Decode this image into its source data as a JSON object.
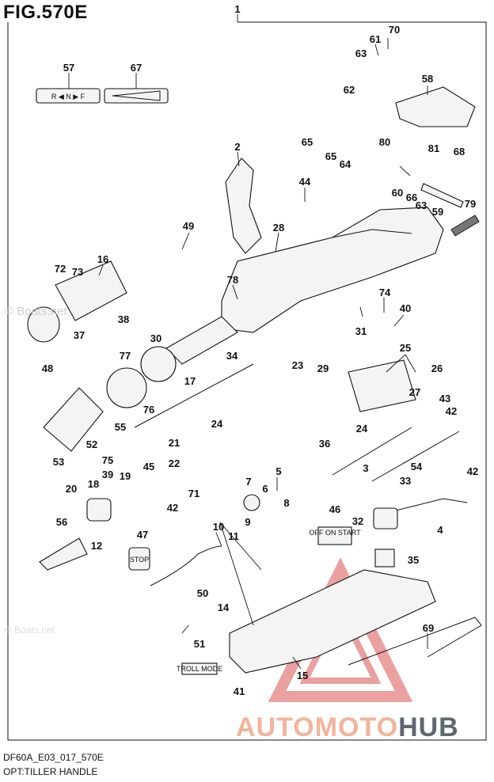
{
  "figure": {
    "title": "FIG.570E",
    "code": "DF60A_E03_017_570E",
    "subtitle": "OPT:TILLER HANDLE"
  },
  "watermark": {
    "part_a": "AUTOMOTO",
    "part_b": "HUB",
    "site": "© Boats.net"
  },
  "labels": {
    "shift_plate": "R ◀ N ▶ F",
    "cap_a": "STOP",
    "switch_tag": "TROLL MODE",
    "switch_face": "OFF  ON START"
  },
  "callouts": [
    "1",
    "2",
    "3",
    "4",
    "5",
    "6",
    "7",
    "8",
    "9",
    "10",
    "11",
    "12",
    "14",
    "15",
    "16",
    "17",
    "18",
    "19",
    "20",
    "21",
    "22",
    "23",
    "24",
    "24",
    "25",
    "26",
    "27",
    "28",
    "29",
    "30",
    "31",
    "32",
    "33",
    "34",
    "35",
    "36",
    "37",
    "38",
    "39",
    "40",
    "41",
    "42",
    "42",
    "42",
    "42",
    "43",
    "44",
    "45",
    "46",
    "47",
    "48",
    "49",
    "50",
    "51",
    "52",
    "53",
    "54",
    "55",
    "56",
    "57",
    "58",
    "59",
    "60",
    "61",
    "62",
    "63",
    "63",
    "64",
    "65",
    "65",
    "66",
    "67",
    "68",
    "69",
    "70",
    "71",
    "72",
    "73",
    "74",
    "75",
    "76",
    "77",
    "78",
    "79",
    "80",
    "81"
  ],
  "colors": {
    "ink": "#111111",
    "watermark_salmon": "#f2b49a",
    "watermark_gray": "#5f6770",
    "triangle_red": "#d9534f"
  }
}
